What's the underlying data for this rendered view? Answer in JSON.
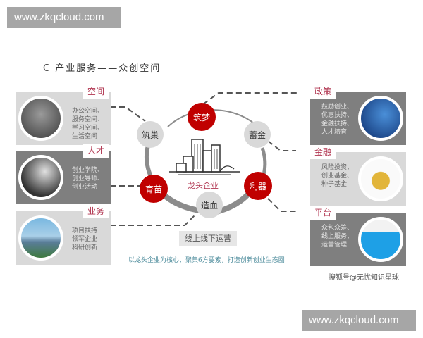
{
  "watermarks": {
    "top": "www.zkqcloud.com",
    "bottom": "www.zkqcloud.com"
  },
  "title": "C 产业服务——众创空间",
  "center": {
    "label": "龙头企业",
    "icon": "city-buildings-icon",
    "subtitle": "线上线下运营",
    "tagline": "以龙头企业为核心，聚集6方要素，打造创新创业生态圈"
  },
  "nodes": [
    {
      "id": "zhumeng",
      "label": "筑梦",
      "style": "red"
    },
    {
      "id": "xujin",
      "label": "蓄金",
      "style": "grey"
    },
    {
      "id": "liqi",
      "label": "利器",
      "style": "red"
    },
    {
      "id": "zaoxue",
      "label": "造血",
      "style": "grey"
    },
    {
      "id": "yumiao",
      "label": "育苗",
      "style": "red"
    },
    {
      "id": "zhuchao",
      "label": "筑巢",
      "style": "grey"
    }
  ],
  "panels": {
    "left": [
      {
        "title": "空间",
        "items": "办公空间、\n服务空间、\n学习空间、\n生活空间",
        "style": "light",
        "photo": "office-photo"
      },
      {
        "title": "人才",
        "items": "创业学院、\n创业导师、\n创业活动",
        "style": "dark",
        "photo": "classroom-photo"
      },
      {
        "title": "业务",
        "items": "项目扶持\n领军企业\n科研创新",
        "style": "light",
        "photo": "building-photo"
      }
    ],
    "right": [
      {
        "title": "政策",
        "items": "鼓励创业、\n优惠扶持、\n金融扶持、\n人才培育",
        "style": "dark",
        "photo": "eagle-policy-photo"
      },
      {
        "title": "金融",
        "items": "风险投资、\n创业基金、\n种子基金",
        "style": "light",
        "photo": "gold-coins-photo"
      },
      {
        "title": "平台",
        "items": "众包众筹、\n线上服务、\n运营管理",
        "style": "dark",
        "photo": "one-stop-platform-photo"
      }
    ]
  },
  "credit": "搜狐号@无忧知识星球",
  "colors": {
    "accent_red": "#c00000",
    "label_pink": "#b0344f",
    "panel_light": "#d9d9d9",
    "panel_dark": "#7f7f7f",
    "ring": "#8c8c8c",
    "tagline": "#4a8a9a"
  }
}
